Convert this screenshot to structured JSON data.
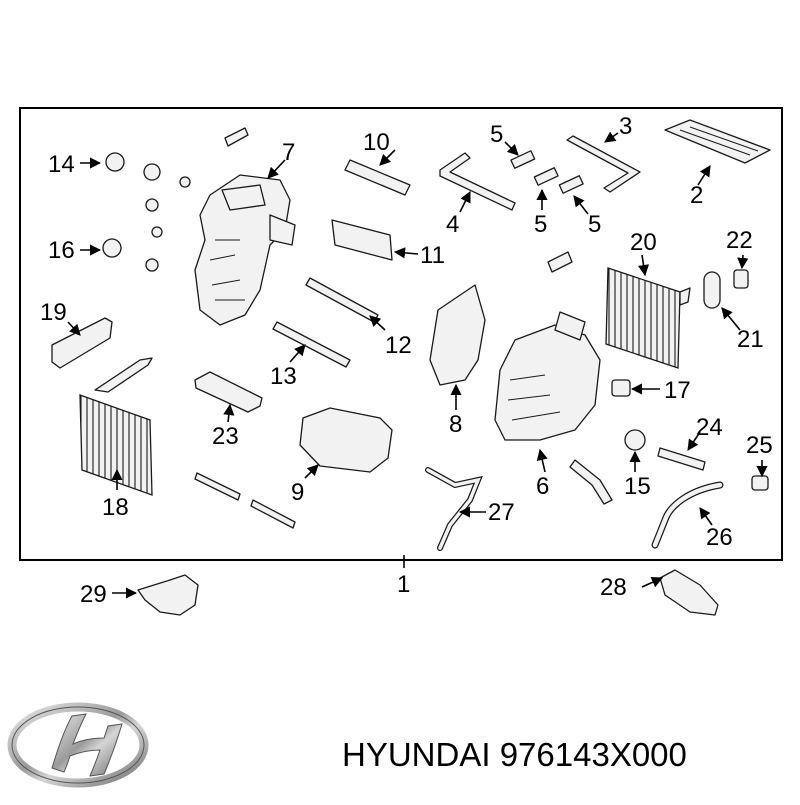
{
  "caption": {
    "brand": "HYUNDAI",
    "part_number": "976143X000"
  },
  "logo_icon": "hyundai-logo",
  "callouts": [
    {
      "id": "1",
      "text": "1"
    },
    {
      "id": "2",
      "text": "2"
    },
    {
      "id": "3",
      "text": "3"
    },
    {
      "id": "4",
      "text": "4"
    },
    {
      "id": "5a",
      "text": "5"
    },
    {
      "id": "5b",
      "text": "5"
    },
    {
      "id": "5c",
      "text": "5"
    },
    {
      "id": "6",
      "text": "6"
    },
    {
      "id": "7",
      "text": "7"
    },
    {
      "id": "8",
      "text": "8"
    },
    {
      "id": "9",
      "text": "9"
    },
    {
      "id": "10",
      "text": "10"
    },
    {
      "id": "11",
      "text": "11"
    },
    {
      "id": "12",
      "text": "12"
    },
    {
      "id": "13",
      "text": "13"
    },
    {
      "id": "14",
      "text": "14"
    },
    {
      "id": "15",
      "text": "15"
    },
    {
      "id": "16",
      "text": "16"
    },
    {
      "id": "17",
      "text": "17"
    },
    {
      "id": "18",
      "text": "18"
    },
    {
      "id": "19",
      "text": "19"
    },
    {
      "id": "20",
      "text": "20"
    },
    {
      "id": "21",
      "text": "21"
    },
    {
      "id": "22",
      "text": "22"
    },
    {
      "id": "23",
      "text": "23"
    },
    {
      "id": "24",
      "text": "24"
    },
    {
      "id": "25",
      "text": "25"
    },
    {
      "id": "26",
      "text": "26"
    },
    {
      "id": "27",
      "text": "27"
    },
    {
      "id": "28",
      "text": "28"
    },
    {
      "id": "29",
      "text": "29"
    }
  ]
}
